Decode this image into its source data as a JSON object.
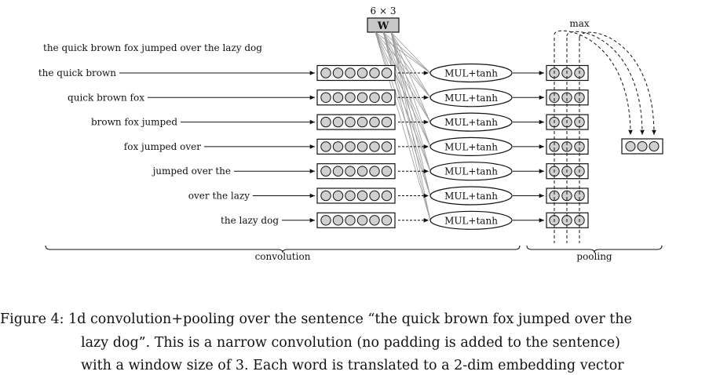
{
  "figure": {
    "weight_dims": "6 × 3",
    "weight_label": "W",
    "max_label": "max",
    "sentence": "the quick brown fox jumped over the lazy dog",
    "windows": [
      "the quick brown",
      "quick brown fox",
      "brown fox jumped",
      "fox jumped over",
      "jumped over the",
      "over the lazy",
      "the lazy dog"
    ],
    "operation_label": "MUL+tanh",
    "convolution_label": "convolution",
    "pooling_label": "pooling",
    "input_vector_cells": 6,
    "output_vector_cells": 3,
    "cell_fill": "#d0d0d0"
  },
  "caption": {
    "lines": [
      "Figure 4:  1d convolution+pooling over the sentence “the quick brown fox jumped over the",
      "lazy dog”.  This is a narrow convolution (no padding is added to the sentence)",
      "with a window size of 3.  Each word is translated to a 2-dim embedding vector"
    ]
  }
}
